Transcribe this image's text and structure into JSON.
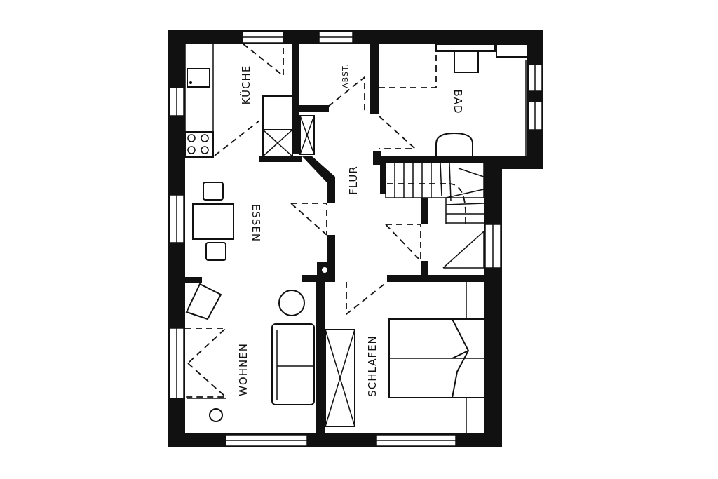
{
  "rooms": {
    "kueche": "KÜCHE",
    "abst": "ABST.",
    "bad": "BAD",
    "flur": "FLUR",
    "essen": "ESSEN",
    "wohnen": "WOHNEN",
    "schlafen": "SCHLAFEN"
  },
  "colors": {
    "wall": "#111111",
    "background": "#ffffff"
  }
}
